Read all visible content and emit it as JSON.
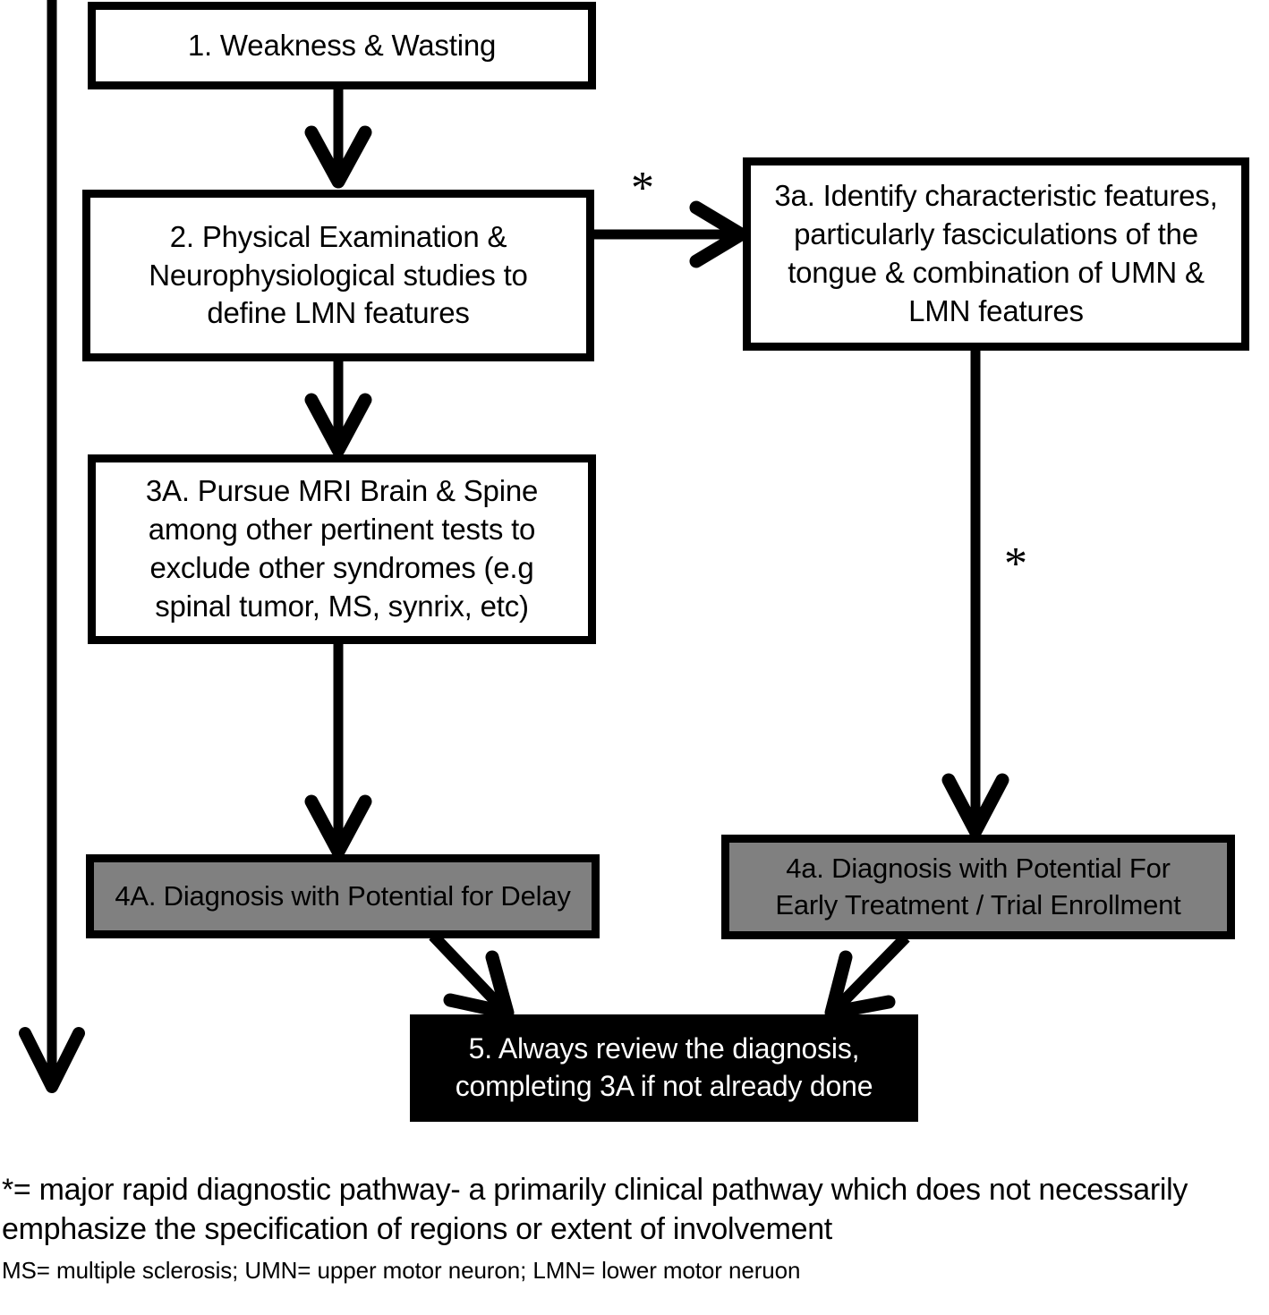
{
  "diagram": {
    "title": "ALS diagnostic pathway flowchart",
    "colors": {
      "box_border": "#000000",
      "box_fill_white": "#ffffff",
      "box_fill_gray": "#808080",
      "box_fill_black": "#000000",
      "text_on_black": "#ffffff",
      "arrow": "#000000"
    },
    "nodes": [
      {
        "id": "box1",
        "label": "1.   Weakness & Wasting",
        "style": "white"
      },
      {
        "id": "box2",
        "label": "2. Physical Examination &\nNeurophysiological studies to\ndefine LMN features",
        "style": "white"
      },
      {
        "id": "box3a",
        "label": "3a. Identify characteristic features,\nparticularly fasciculations of the\ntongue & combination of UMN &\nLMN features",
        "style": "white"
      },
      {
        "id": "box3A",
        "label": "3A. Pursue MRI Brain & Spine\namong other pertinent tests to\nexclude other syndromes (e.g\nspinal tumor, MS, synrix, etc)",
        "style": "white"
      },
      {
        "id": "box4A",
        "label": "4A. Diagnosis with Potential for Delay",
        "style": "gray"
      },
      {
        "id": "box4a",
        "label": "4a. Diagnosis with Potential For\nEarly Treatment / Trial Enrollment",
        "style": "gray"
      },
      {
        "id": "box5",
        "label": "5. Always review the diagnosis,\ncompleting 3A if not already done",
        "style": "black"
      }
    ],
    "markers": {
      "asterisk_1": "*",
      "asterisk_2": "*"
    },
    "footnotes": {
      "major_pathway": "*= major rapid diagnostic pathway- a primarily clinical pathway which does not necessarily emphasize the specification of regions or extent of involvement",
      "abbreviations": "MS= multiple sclerosis; UMN= upper motor neuron; LMN= lower motor neruon"
    }
  }
}
